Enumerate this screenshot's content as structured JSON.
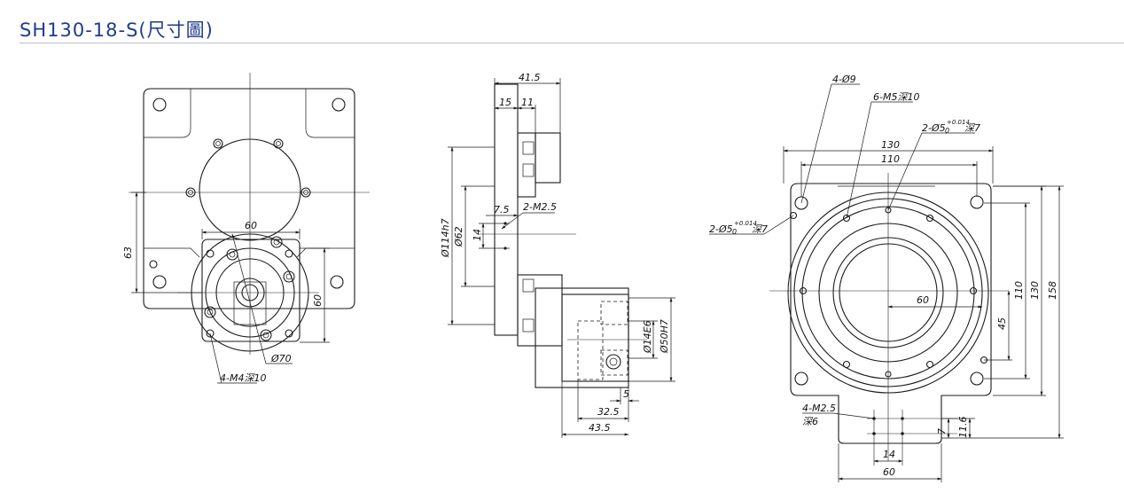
{
  "header": {
    "title": "SH130-18-S(尺寸圖)"
  },
  "front_view": {
    "dim_60_top": "60",
    "dim_63": "63",
    "dim_60_side": "60",
    "dim_phi70": "Ø70",
    "callout_m4": "4-M4深10"
  },
  "side_view": {
    "dim_41_5": "41.5",
    "dim_15": "15",
    "dim_11": "11",
    "dim_7_5": "7.5",
    "callout_m2_5": "2-M2.5",
    "dim_14": "14",
    "dim_phi114": "Ø114h7",
    "dim_phi62": "Ø62",
    "dim_phi14": "Ø14E6",
    "dim_phi50": "Ø50H7",
    "dim_5": "5",
    "dim_32_5": "32.5",
    "dim_43_5": "43.5"
  },
  "rear_view": {
    "callout_4phi9": "4-Ø9",
    "callout_6m5": "6-M5深10",
    "callout_pin_right": "2-Ø5",
    "callout_pin_left": "2-Ø5",
    "pin_tol": "+0.014",
    "pin_tol_zero": "0",
    "pin_depth": "深7",
    "dim_130_top": "130",
    "dim_110_top": "110",
    "dim_60_center": "60",
    "dim_45": "45",
    "dim_110_side": "110",
    "dim_130_side": "130",
    "dim_158": "158",
    "callout_4m2_5": "4-M2.5",
    "callout_depth6": "深6",
    "dim_7": "7",
    "dim_11_6": "11.6",
    "dim_14_bottom": "14",
    "dim_60_bottom": "60"
  }
}
